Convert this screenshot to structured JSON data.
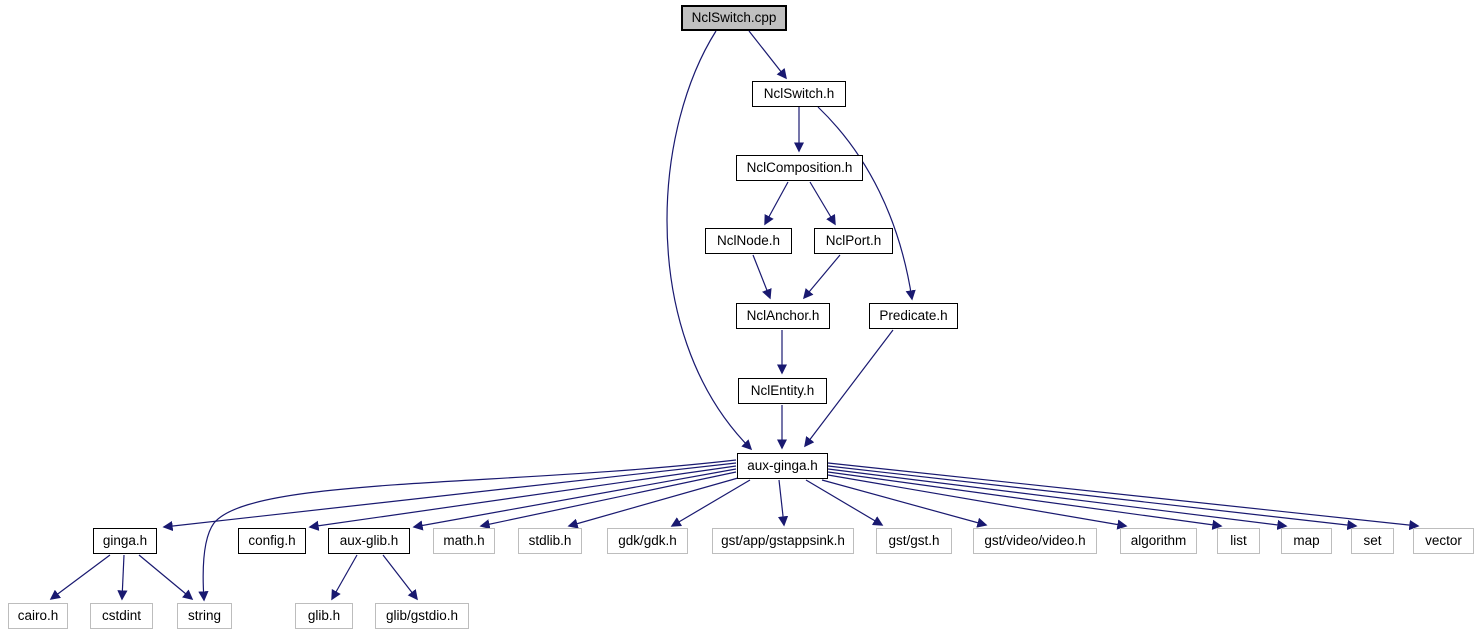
{
  "diagram": {
    "type": "include-dependency-graph",
    "root": "NclSwitch.cpp",
    "background": "#ffffff",
    "edge_color": "#191970",
    "root_fill": "#c0c0c0",
    "node_border_color": "#000000",
    "leaf_border_color": "#bdbdbd",
    "nodes": [
      {
        "label": "NclSwitch.cpp",
        "kind": "root"
      },
      {
        "label": "NclSwitch.h",
        "kind": "internal"
      },
      {
        "label": "NclComposition.h",
        "kind": "internal"
      },
      {
        "label": "NclNode.h",
        "kind": "internal"
      },
      {
        "label": "NclPort.h",
        "kind": "internal"
      },
      {
        "label": "NclAnchor.h",
        "kind": "internal"
      },
      {
        "label": "Predicate.h",
        "kind": "internal"
      },
      {
        "label": "NclEntity.h",
        "kind": "internal"
      },
      {
        "label": "aux-ginga.h",
        "kind": "internal"
      },
      {
        "label": "ginga.h",
        "kind": "internal"
      },
      {
        "label": "config.h",
        "kind": "internal"
      },
      {
        "label": "aux-glib.h",
        "kind": "internal"
      },
      {
        "label": "math.h",
        "kind": "system"
      },
      {
        "label": "stdlib.h",
        "kind": "system"
      },
      {
        "label": "gdk/gdk.h",
        "kind": "system"
      },
      {
        "label": "gst/app/gstappsink.h",
        "kind": "system"
      },
      {
        "label": "gst/gst.h",
        "kind": "system"
      },
      {
        "label": "gst/video/video.h",
        "kind": "system"
      },
      {
        "label": "algorithm",
        "kind": "system"
      },
      {
        "label": "list",
        "kind": "system"
      },
      {
        "label": "map",
        "kind": "system"
      },
      {
        "label": "set",
        "kind": "system"
      },
      {
        "label": "vector",
        "kind": "system"
      },
      {
        "label": "cairo.h",
        "kind": "system"
      },
      {
        "label": "cstdint",
        "kind": "system"
      },
      {
        "label": "string",
        "kind": "system"
      },
      {
        "label": "glib.h",
        "kind": "system"
      },
      {
        "label": "glib/gstdio.h",
        "kind": "system"
      }
    ],
    "edges": [
      {
        "from": "NclSwitch.cpp",
        "to": "NclSwitch.h"
      },
      {
        "from": "NclSwitch.cpp",
        "to": "aux-ginga.h"
      },
      {
        "from": "NclSwitch.h",
        "to": "NclComposition.h"
      },
      {
        "from": "NclSwitch.h",
        "to": "Predicate.h"
      },
      {
        "from": "NclComposition.h",
        "to": "NclNode.h"
      },
      {
        "from": "NclComposition.h",
        "to": "NclPort.h"
      },
      {
        "from": "NclNode.h",
        "to": "NclAnchor.h"
      },
      {
        "from": "NclPort.h",
        "to": "NclAnchor.h"
      },
      {
        "from": "NclAnchor.h",
        "to": "NclEntity.h"
      },
      {
        "from": "NclEntity.h",
        "to": "aux-ginga.h"
      },
      {
        "from": "Predicate.h",
        "to": "aux-ginga.h"
      },
      {
        "from": "aux-ginga.h",
        "to": "ginga.h"
      },
      {
        "from": "aux-ginga.h",
        "to": "config.h"
      },
      {
        "from": "aux-ginga.h",
        "to": "aux-glib.h"
      },
      {
        "from": "aux-ginga.h",
        "to": "math.h"
      },
      {
        "from": "aux-ginga.h",
        "to": "stdlib.h"
      },
      {
        "from": "aux-ginga.h",
        "to": "gdk/gdk.h"
      },
      {
        "from": "aux-ginga.h",
        "to": "gst/app/gstappsink.h"
      },
      {
        "from": "aux-ginga.h",
        "to": "gst/gst.h"
      },
      {
        "from": "aux-ginga.h",
        "to": "gst/video/video.h"
      },
      {
        "from": "aux-ginga.h",
        "to": "algorithm"
      },
      {
        "from": "aux-ginga.h",
        "to": "list"
      },
      {
        "from": "aux-ginga.h",
        "to": "map"
      },
      {
        "from": "aux-ginga.h",
        "to": "set"
      },
      {
        "from": "aux-ginga.h",
        "to": "vector"
      },
      {
        "from": "aux-ginga.h",
        "to": "string"
      },
      {
        "from": "ginga.h",
        "to": "cairo.h"
      },
      {
        "from": "ginga.h",
        "to": "cstdint"
      },
      {
        "from": "ginga.h",
        "to": "string"
      },
      {
        "from": "aux-glib.h",
        "to": "glib.h"
      },
      {
        "from": "aux-glib.h",
        "to": "glib/gstdio.h"
      }
    ]
  }
}
